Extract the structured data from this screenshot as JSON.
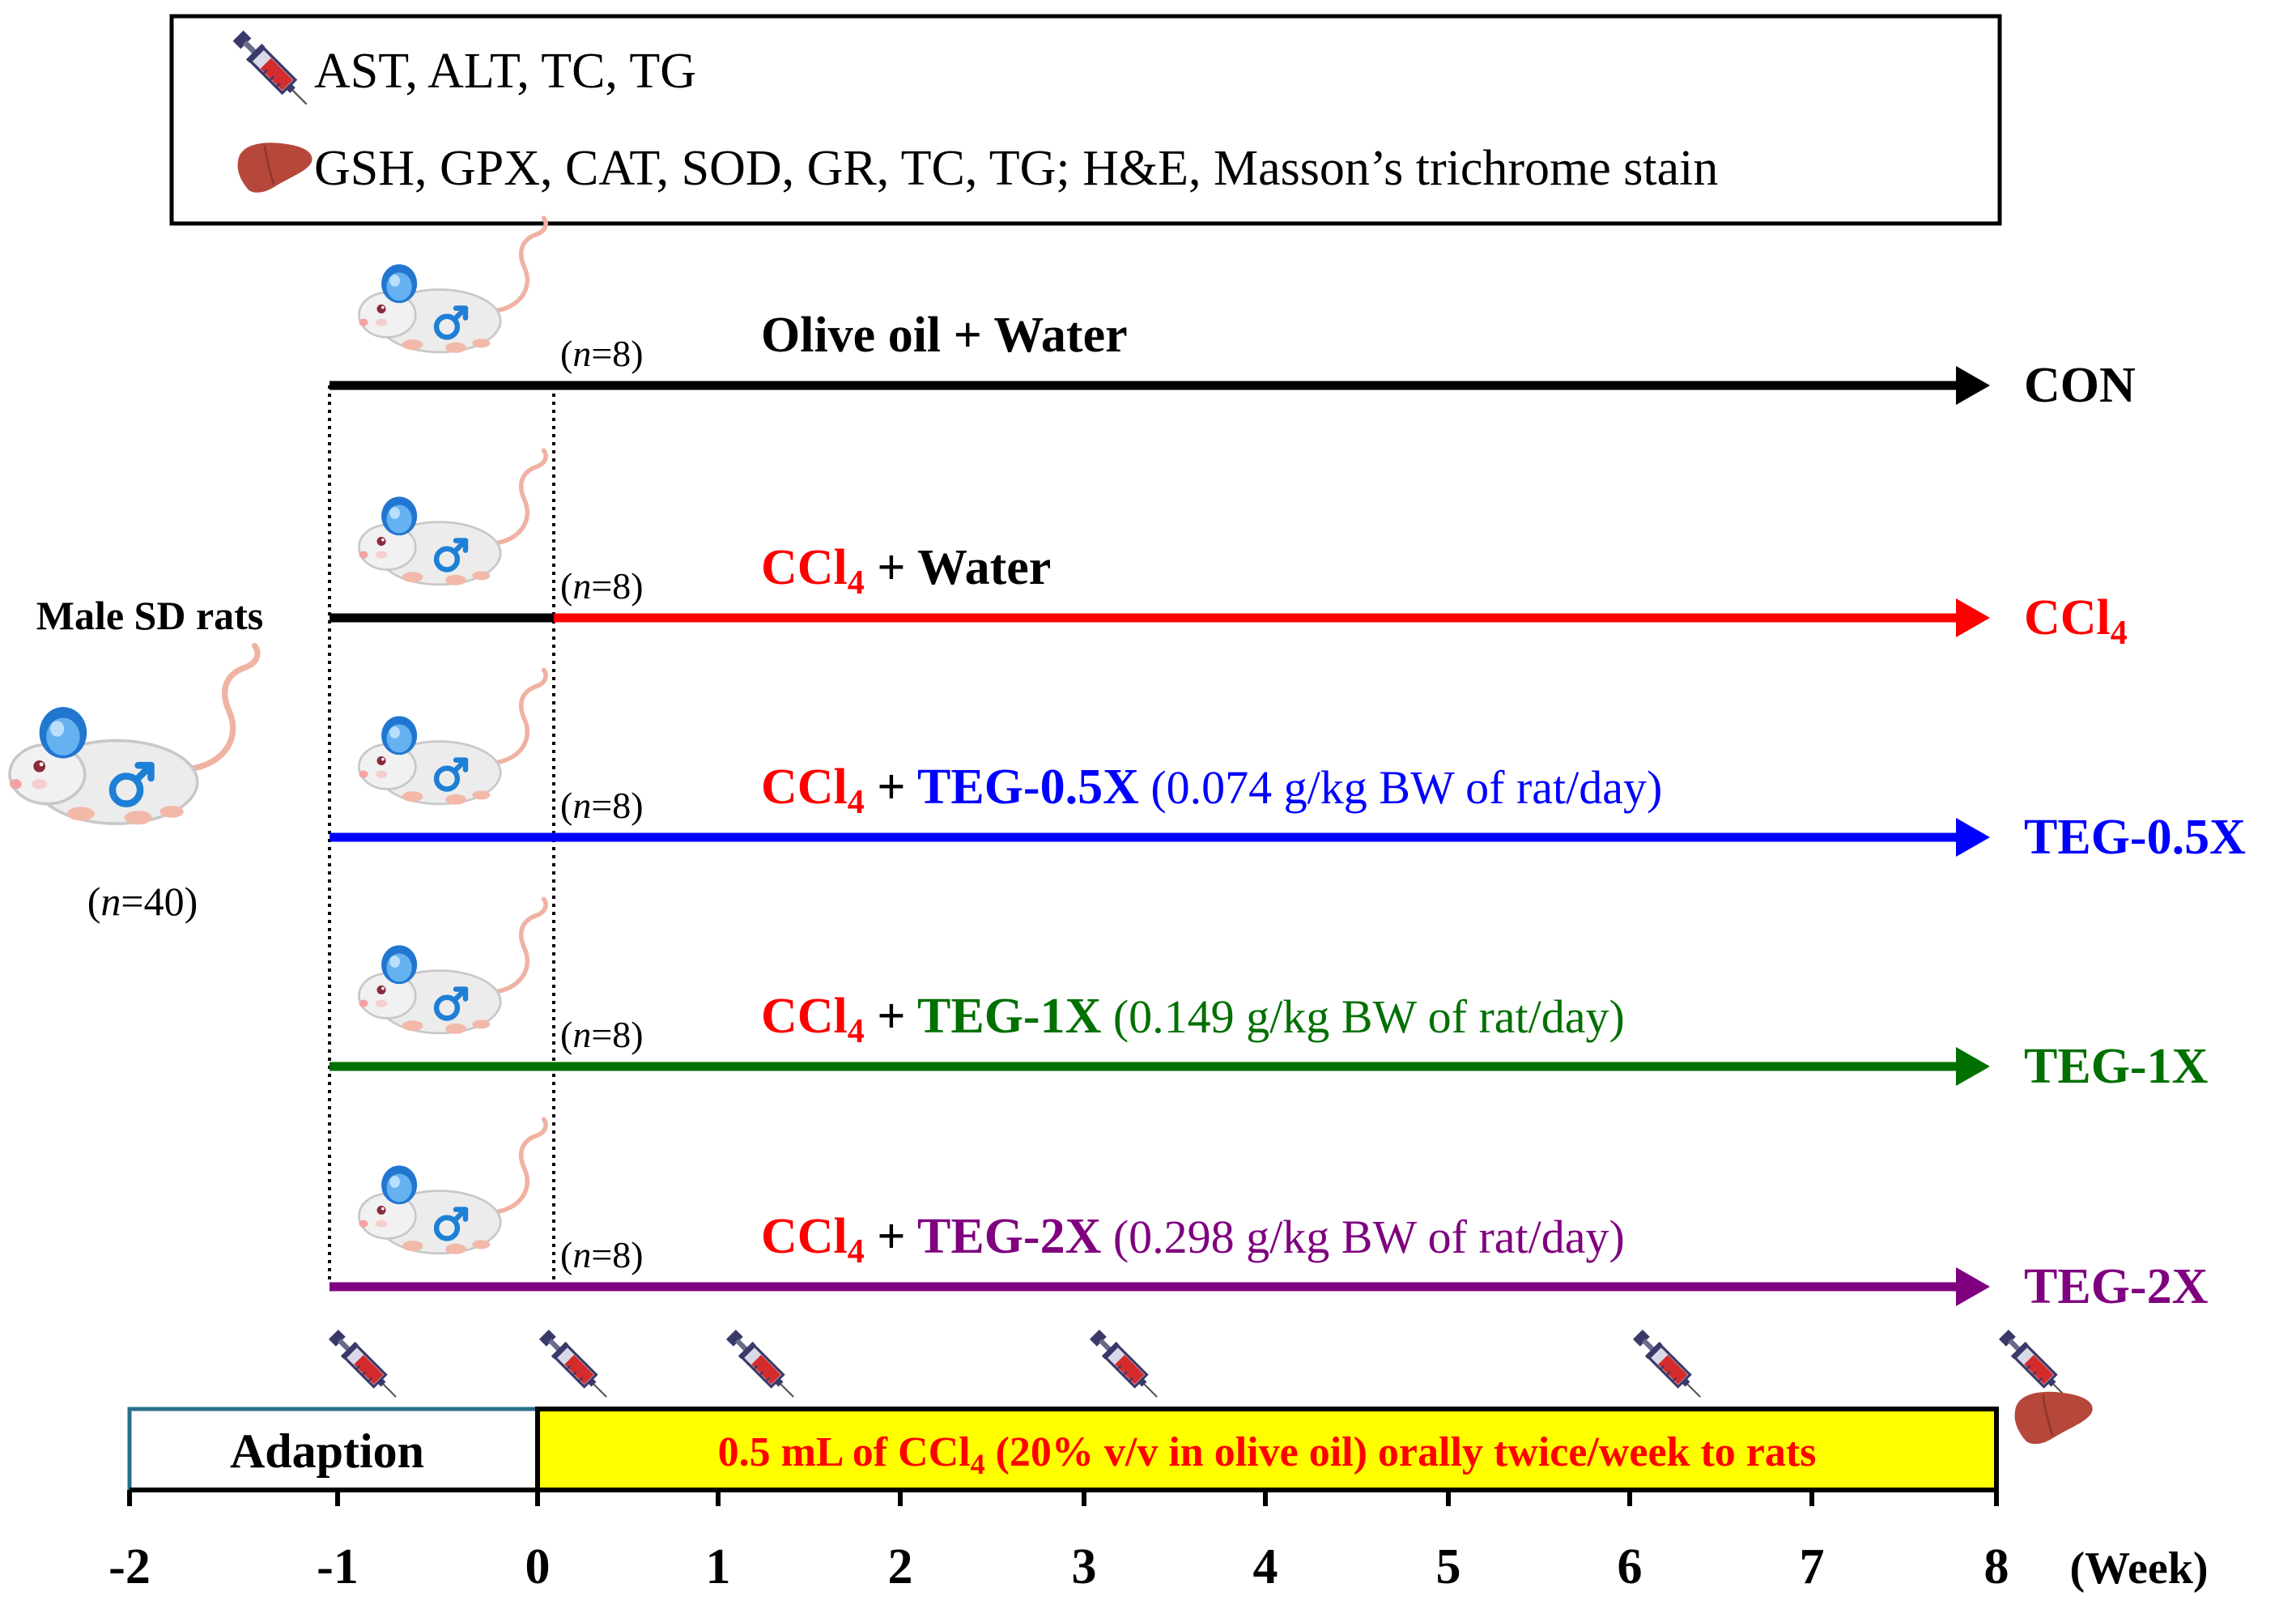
{
  "legend": {
    "blood_line": "AST, ALT, TC, TG",
    "liver_line": "GSH, GPX, CAT, SOD, GR, TC, TG; H&E, Masson’s trichrome stain"
  },
  "source": {
    "label": "Male SD rats",
    "n_prefix": "(",
    "n_italic": "n",
    "n_value": "=40)"
  },
  "groups": [
    {
      "n_prefix": "(",
      "n_italic": "n",
      "n_value": "=8)",
      "end_label": "CON",
      "t_part1": "",
      "t_part2": "",
      "t_part3": "Olive oil + Water",
      "t_part4": "",
      "t_part5": "",
      "pre_color": "#000000",
      "line_color": "#000000",
      "end_color": "#000000"
    },
    {
      "n_prefix": "(",
      "n_italic": "n",
      "n_value": "=8)",
      "end_label": "CCl",
      "end_sub": "4",
      "t_part1": "CCl",
      "t_part2": "4",
      "t_part3": " + Water",
      "t_part4": "",
      "t_part5": "",
      "pre_color": "#000000",
      "line_color": "#ff0000",
      "end_color": "#ff0000"
    },
    {
      "n_prefix": "(",
      "n_italic": "n",
      "n_value": "=8)",
      "end_label": "TEG-0.5X",
      "t_part1": "CCl",
      "t_part2": "4",
      "t_part3": " + ",
      "t_part4": "TEG-0.5X",
      "t_part5": " (0.074 g/kg BW of rat/day)",
      "pre_color": "#0000ff",
      "line_color": "#0000ff",
      "end_color": "#0000ff"
    },
    {
      "n_prefix": "(",
      "n_italic": "n",
      "n_value": "=8)",
      "end_label": "TEG-1X",
      "t_part1": "CCl",
      "t_part2": "4",
      "t_part3": " + ",
      "t_part4": "TEG-1X",
      "t_part5": " (0.149 g/kg BW of rat/day)",
      "pre_color": "#007000",
      "line_color": "#007000",
      "end_color": "#007000"
    },
    {
      "n_prefix": "(",
      "n_italic": "n",
      "n_value": "=8)",
      "end_label": "TEG-2X",
      "t_part1": "CCl",
      "t_part2": "4",
      "t_part3": " + ",
      "t_part4": "TEG-2X",
      "t_part5": " (0.298 g/kg BW of rat/day)",
      "pre_color": "#7f007f",
      "line_color": "#7f007f",
      "end_color": "#7f007f"
    }
  ],
  "timeline": {
    "adaption_label": "Adaption",
    "treatment_label_a": "0.5 mL of CCl",
    "treatment_label_sub": "4",
    "treatment_label_b": " (20% v/v in olive oil) orally twice/week to rats",
    "unit_label": "(Week)",
    "ticks": [
      "-2",
      "-1",
      "0",
      "1",
      "2",
      "3",
      "4",
      "5",
      "6",
      "7",
      "8"
    ]
  },
  "colors": {
    "red": "#ff0000",
    "blue": "#0000ff",
    "green": "#007000",
    "purple": "#7f007f",
    "treatment_fill": "#ffff00",
    "adaption_border": "#2a6f8a",
    "liver": "#b5483a"
  },
  "icons": {
    "blood": "syringe-icon",
    "tissue": "liver-icon",
    "animal": "rat-icon",
    "male": "male-symbol-icon"
  }
}
